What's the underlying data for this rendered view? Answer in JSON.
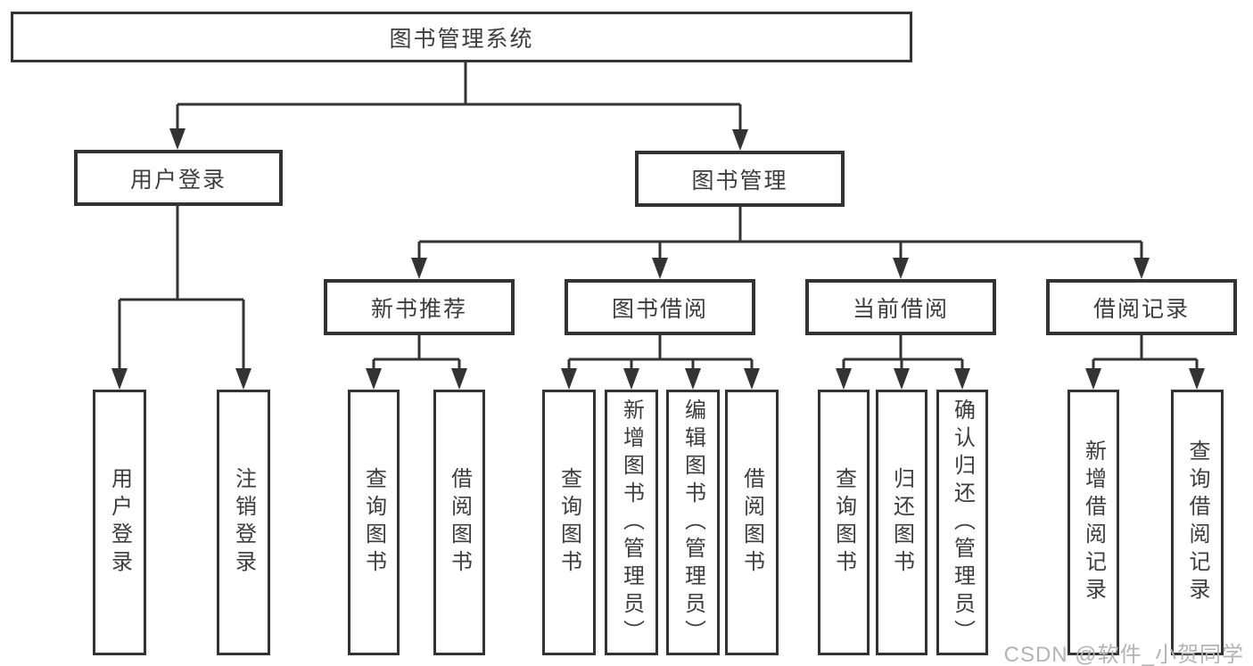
{
  "diagram": {
    "tree": {
      "root": {
        "label": "图书管理系统",
        "children": [
          {
            "label": "用户登录",
            "children": [
              {
                "label": "用户登录"
              },
              {
                "label": "注销登录"
              }
            ]
          },
          {
            "label": "图书管理",
            "children": [
              {
                "label": "新书推荐",
                "children": [
                  {
                    "label": "查询图书"
                  },
                  {
                    "label": "借阅图书"
                  }
                ]
              },
              {
                "label": "图书借阅",
                "children": [
                  {
                    "label": "查询图书"
                  },
                  {
                    "label": "新增图书（管理员）"
                  },
                  {
                    "label": "编辑图书（管理员）"
                  },
                  {
                    "label": "借阅图书"
                  }
                ]
              },
              {
                "label": "当前借阅",
                "children": [
                  {
                    "label": "查询图书"
                  },
                  {
                    "label": "归还图书"
                  },
                  {
                    "label": "确认归还（管理员）"
                  }
                ]
              },
              {
                "label": "借阅记录",
                "children": [
                  {
                    "label": "新增借阅记录"
                  },
                  {
                    "label": "查询借阅记录"
                  }
                ]
              }
            ]
          }
        ]
      }
    },
    "colors": {
      "line": "#333333",
      "box_border": "#333333",
      "text": "#3d3d3d",
      "background": "#ffffff",
      "watermark": "#b3b3b3"
    }
  },
  "watermark": {
    "text": "CSDN @软件_小贺同学"
  }
}
